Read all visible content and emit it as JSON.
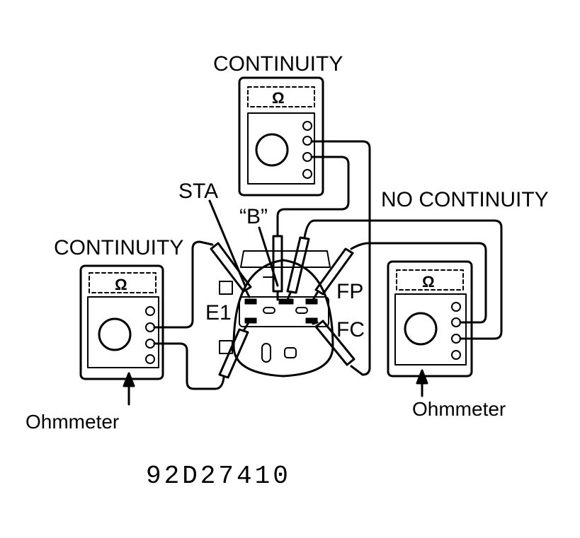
{
  "labels": {
    "continuity_top": "CONTINUITY",
    "continuity_left": "CONTINUITY",
    "no_continuity": "NO CONTINUITY",
    "sta": "STA",
    "b": "“B”",
    "e1": "E1",
    "fp": "FP",
    "fc": "FC",
    "ohmmeter_left": "Ohmmeter",
    "ohmmeter_right": "Ohmmeter",
    "figure_code": "92D27410"
  },
  "meters": {
    "symbol": "Ω",
    "icon": "ohmmeter-icon"
  }
}
